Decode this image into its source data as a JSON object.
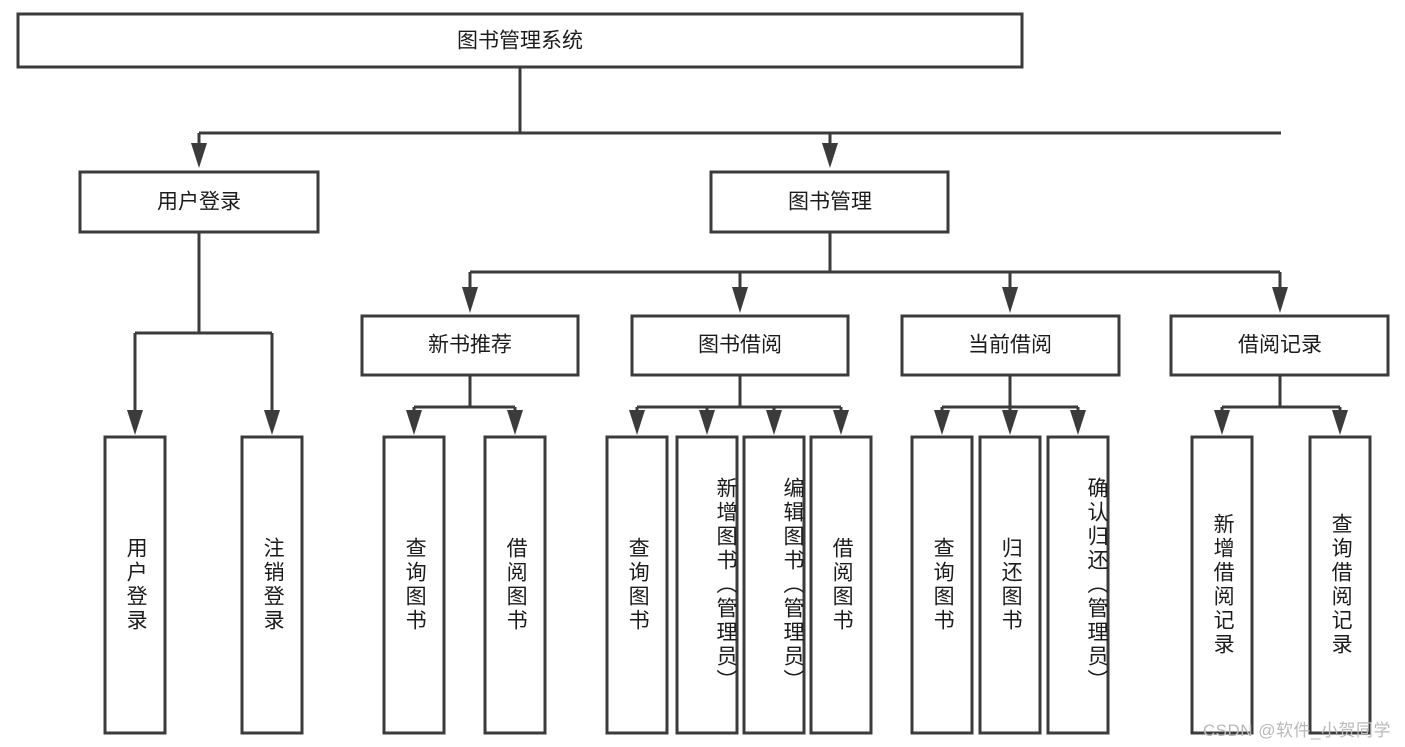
{
  "diagram": {
    "type": "tree-hierarchy",
    "title": "图书管理系统",
    "orientation": "top-down",
    "colors": {
      "box_fill": "#ffffff",
      "box_stroke": "#3b3b3b",
      "text": "#1c1c1c",
      "background": "#ffffff",
      "watermark": "#b9b9b9"
    },
    "root": {
      "label": "图书管理系统",
      "level": 1
    },
    "level2": [
      {
        "label": "用户登录"
      },
      {
        "label": "图书管理"
      }
    ],
    "level3": [
      {
        "label": "新书推荐"
      },
      {
        "label": "图书借阅"
      },
      {
        "label": "当前借阅"
      },
      {
        "label": "借阅记录"
      }
    ],
    "leaves": {
      "user_login": [
        {
          "label": "用户登录"
        },
        {
          "label": "注销登录"
        }
      ],
      "new_book_recommend": [
        {
          "label": "查询图书"
        },
        {
          "label": "借阅图书"
        }
      ],
      "book_borrow": [
        {
          "label": "查询图书"
        },
        {
          "label": "新增图书（管理员）"
        },
        {
          "label": "编辑图书（管理员）"
        },
        {
          "label": "借阅图书"
        }
      ],
      "current_borrow": [
        {
          "label": "查询图书"
        },
        {
          "label": "归还图书"
        },
        {
          "label": "确认归还（管理员）"
        }
      ],
      "borrow_record": [
        {
          "label": "新增借阅记录"
        },
        {
          "label": "查询借阅记录"
        }
      ]
    }
  },
  "watermark": {
    "text": "CSDN @软件_小贺同学"
  }
}
